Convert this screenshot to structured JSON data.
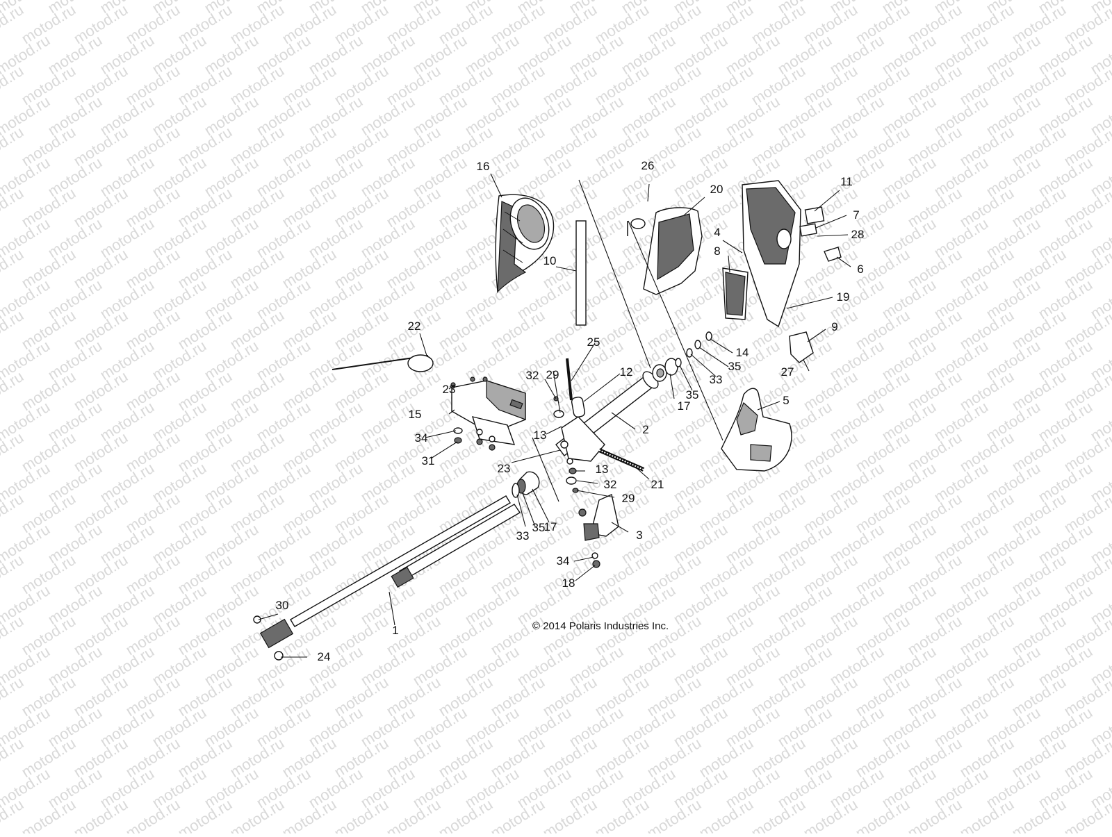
{
  "watermark": {
    "text": "motod.ru",
    "color": "#d9d9d9"
  },
  "copyright": "© 2014 Polaris Industries Inc.",
  "callouts": [
    "1",
    "2",
    "3",
    "4",
    "5",
    "6",
    "7",
    "8",
    "9",
    "10",
    "11",
    "12",
    "13",
    "13",
    "14",
    "15",
    "16",
    "17",
    "17",
    "18",
    "19",
    "20",
    "21",
    "22",
    "23",
    "23",
    "24",
    "25",
    "26",
    "27",
    "28",
    "29",
    "29",
    "30",
    "31",
    "32",
    "32",
    "33",
    "33",
    "34",
    "34",
    "35",
    "35",
    "35"
  ]
}
